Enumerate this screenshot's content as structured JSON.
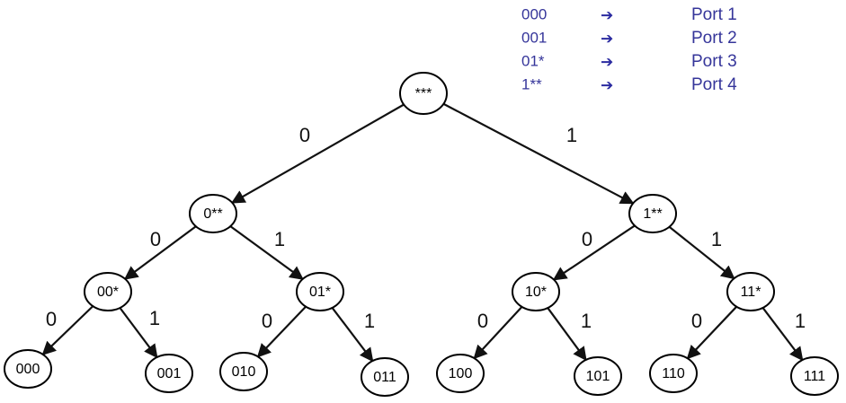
{
  "routing_table": {
    "arrow_color": "#2b2ba0",
    "text_color": "#35359a",
    "arrow_glyph": "➔",
    "rows": [
      {
        "prefix": "000",
        "port": "Port 1"
      },
      {
        "prefix": "001",
        "port": "Port 2"
      },
      {
        "prefix": "01*",
        "port": "Port 3"
      },
      {
        "prefix": "1**",
        "port": "Port 4"
      }
    ]
  },
  "tree": {
    "nodes": [
      {
        "id": "root",
        "label": "***"
      },
      {
        "id": "n0",
        "label": "0**"
      },
      {
        "id": "n1",
        "label": "1**"
      },
      {
        "id": "n00",
        "label": "00*"
      },
      {
        "id": "n01",
        "label": "01*"
      },
      {
        "id": "n10",
        "label": "10*"
      },
      {
        "id": "n11",
        "label": "11*"
      },
      {
        "id": "l000",
        "label": "000"
      },
      {
        "id": "l001",
        "label": "001"
      },
      {
        "id": "l010",
        "label": "010"
      },
      {
        "id": "l011",
        "label": "011"
      },
      {
        "id": "l100",
        "label": "100"
      },
      {
        "id": "l101",
        "label": "101"
      },
      {
        "id": "l110",
        "label": "110"
      },
      {
        "id": "l111",
        "label": "111"
      }
    ],
    "edges": [
      {
        "from": "root",
        "to": "n0",
        "bit": "0"
      },
      {
        "from": "root",
        "to": "n1",
        "bit": "1"
      },
      {
        "from": "n0",
        "to": "n00",
        "bit": "0"
      },
      {
        "from": "n0",
        "to": "n01",
        "bit": "1"
      },
      {
        "from": "n1",
        "to": "n10",
        "bit": "0"
      },
      {
        "from": "n1",
        "to": "n11",
        "bit": "1"
      },
      {
        "from": "n00",
        "to": "l000",
        "bit": "0"
      },
      {
        "from": "n00",
        "to": "l001",
        "bit": "1"
      },
      {
        "from": "n01",
        "to": "l010",
        "bit": "0"
      },
      {
        "from": "n01",
        "to": "l011",
        "bit": "1"
      },
      {
        "from": "n10",
        "to": "l100",
        "bit": "0"
      },
      {
        "from": "n10",
        "to": "l101",
        "bit": "1"
      },
      {
        "from": "n11",
        "to": "l110",
        "bit": "0"
      },
      {
        "from": "n11",
        "to": "l111",
        "bit": "1"
      }
    ]
  }
}
